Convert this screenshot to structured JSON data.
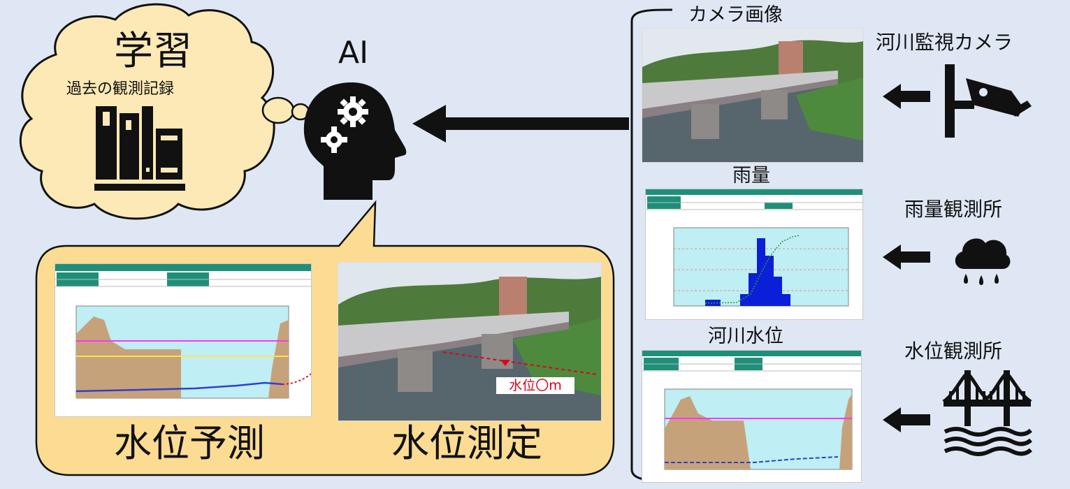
{
  "thought": {
    "title": "学習",
    "subtitle": "過去の観測記録",
    "icon": "books-icon"
  },
  "ai": {
    "label": "AI",
    "icon": "ai-head-gears-icon"
  },
  "sources": {
    "camera": {
      "heading": "カメラ画像",
      "source_label": "河川監視カメラ",
      "icon": "surveillance-camera-icon"
    },
    "rain": {
      "heading": "雨量",
      "source_label": "雨量観測所",
      "icon": "rain-cloud-icon"
    },
    "level": {
      "heading": "河川水位",
      "source_label": "水位観測所",
      "icon": "bridge-water-icon"
    }
  },
  "outputs": {
    "prediction_label": "水位予測",
    "measurement_label": "水位測定",
    "measurement_annotation": "水位〇m"
  },
  "colors": {
    "background": "#dfe7f4",
    "cloud_fill": "#fde9b5",
    "callout_fill": "#fcdc92",
    "table_header": "#1f8f7a",
    "terrain": "#c6a27a",
    "water": "#bfeef4",
    "upper_line": "#ff33ff",
    "mid_line": "#ffe34a",
    "level_line": "#2f3fd0",
    "rain_bars": "#0b1fd8",
    "cumulative": "#2a9d2a",
    "annotation_red": "#e0001a"
  }
}
